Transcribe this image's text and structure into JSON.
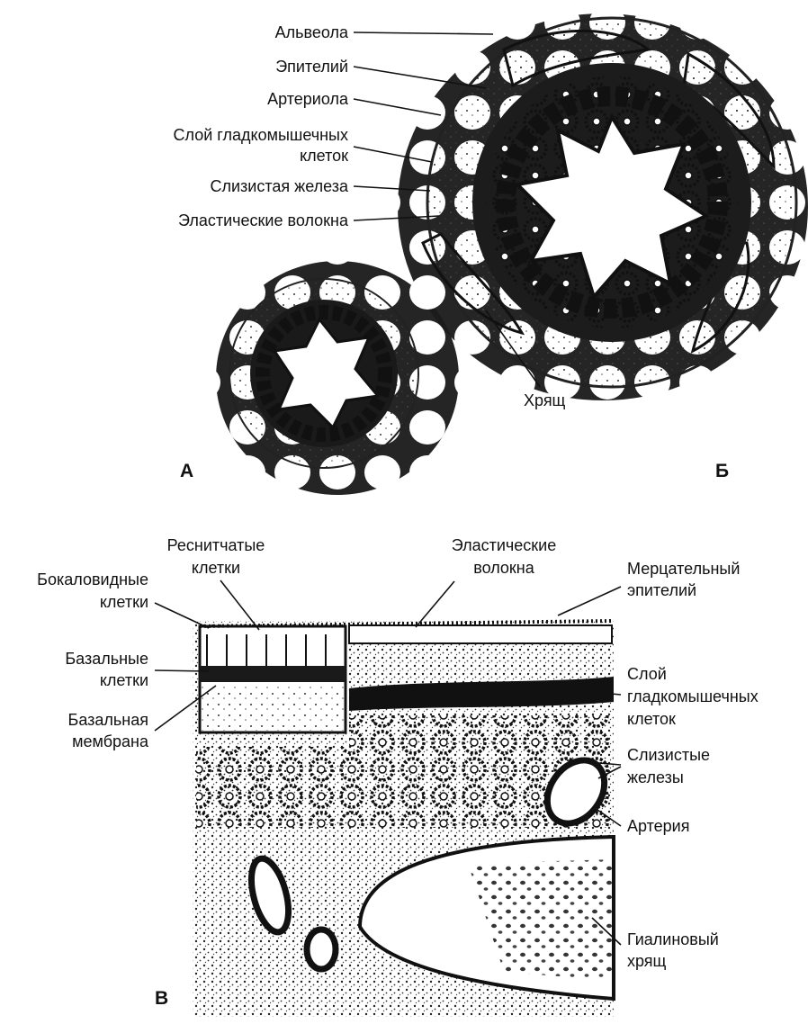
{
  "panels": {
    "a": "А",
    "b": "Б",
    "c": "В"
  },
  "labels_top": {
    "alveola": "Альвеола",
    "epithelium": "Эпителий",
    "arteriole": "Артериола",
    "smooth_muscle_1": "Слой гладкомышечных",
    "smooth_muscle_2": "клеток",
    "mucous_gland": "Слизистая железа",
    "elastic_fibers": "Эластические волокна",
    "cartilage": "Хрящ"
  },
  "labels_bottom": {
    "goblet_1": "Бокаловидные",
    "goblet_2": "клетки",
    "ciliated_1": "Реснитчатые",
    "ciliated_2": "клетки",
    "elastic_1": "Эластические",
    "elastic_2": "волокна",
    "ciliated_epi_1": "Мерцательный",
    "ciliated_epi_2": "эпителий",
    "basal_cells_1": "Базальные",
    "basal_cells_2": "клетки",
    "basal_membrane_1": "Базальная",
    "basal_membrane_2": "мембрана",
    "smooth_muscle_1": "Слой",
    "smooth_muscle_2": "гладкомышечных",
    "smooth_muscle_3": "клеток",
    "mucous_glands_1": "Слизистые",
    "mucous_glands_2": "железы",
    "artery": "Артерия",
    "hyaline_1": "Гиалиновый",
    "hyaline_2": "хрящ"
  },
  "colors": {
    "ink": "#111111",
    "tissue": "#2a2a2a",
    "paper": "#ffffff"
  }
}
